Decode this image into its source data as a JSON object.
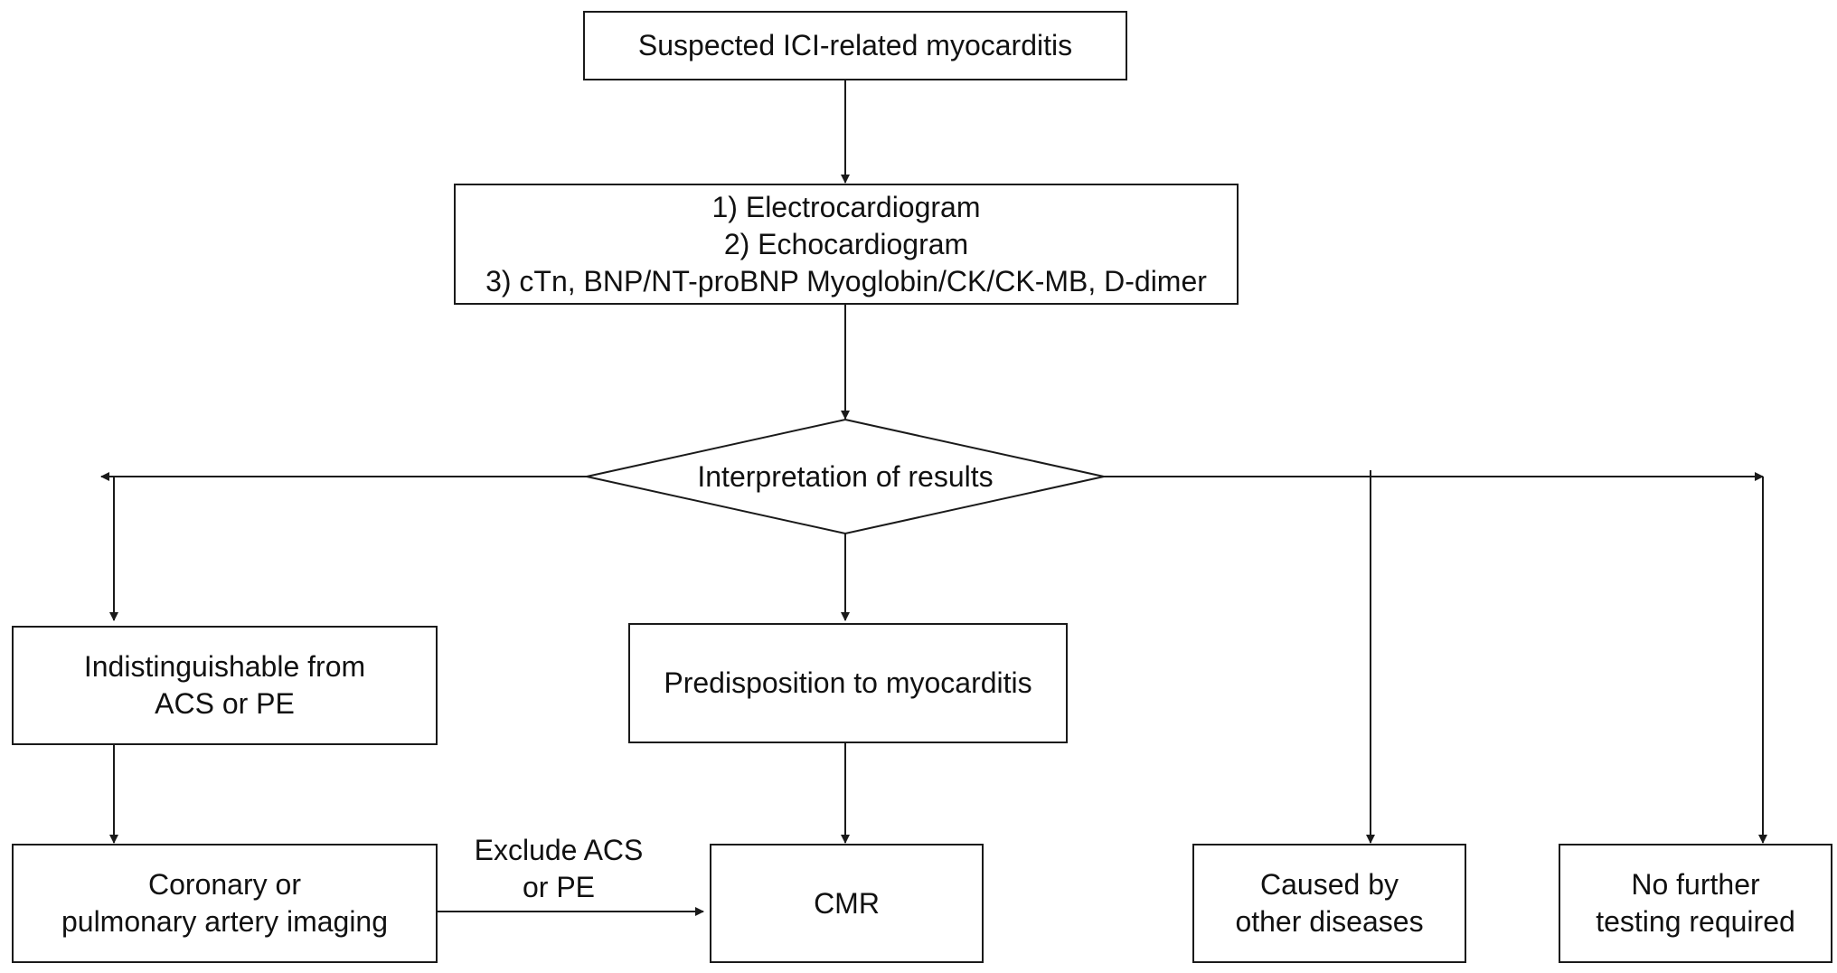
{
  "nodes": {
    "start": {
      "text": "Suspected ICI-related myocarditis"
    },
    "tests": {
      "line1": "1) Electrocardiogram",
      "line2": "2) Echocardiogram",
      "line3": "3) cTn, BNP/NT-proBNP Myoglobin/CK/CK-MB, D-dimer"
    },
    "decision": {
      "text": "Interpretation of results"
    },
    "indistinguishable": {
      "line1": "Indistinguishable from",
      "line2": "ACS or PE"
    },
    "predisposition": {
      "text": "Predisposition to myocarditis"
    },
    "imaging": {
      "line1": "Coronary or",
      "line2": "pulmonary artery imaging"
    },
    "cmr": {
      "text": "CMR"
    },
    "other_diseases": {
      "line1": "Caused by",
      "line2": "other diseases"
    },
    "no_further": {
      "line1": "No further",
      "line2": "testing required"
    }
  },
  "edges": {
    "exclude": {
      "line1": "Exclude ACS",
      "line2": "or PE"
    }
  },
  "colors": {
    "stroke": "#1a1a1a",
    "text": "#111111",
    "background": "#ffffff"
  }
}
